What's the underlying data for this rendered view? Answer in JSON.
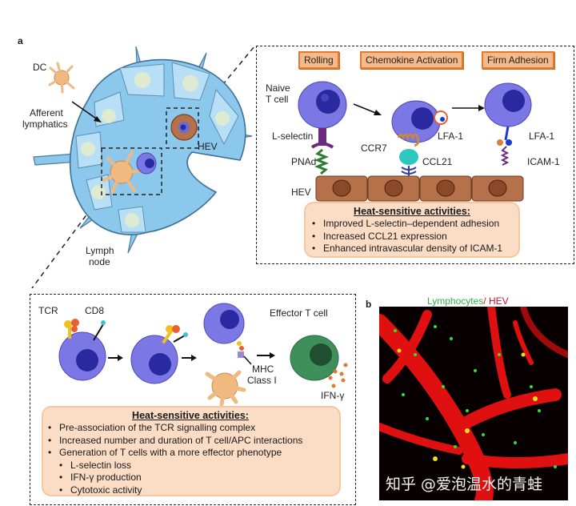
{
  "panels": {
    "a": "a",
    "b": "b"
  },
  "lymph_node": {
    "dc_label": "DC",
    "afferent_label_line1": "Afferent",
    "afferent_label_line2": "lymphatics",
    "hev_label": "HEV",
    "lymph_label_line1": "Lymph",
    "lymph_label_line2": "node"
  },
  "extravasation": {
    "stages": [
      "Rolling",
      "Chemokine Activation",
      "Firm Adhesion"
    ],
    "naive_label_line1": "Naive",
    "naive_label_line2": "T cell",
    "l_selectin": "L-selectin",
    "pnad": "PNAd",
    "ccr7": "CCR7",
    "ccl21": "CCL21",
    "lfa1_a": "LFA-1",
    "lfa1_b": "LFA-1",
    "icam1": "ICAM-1",
    "hev": "HEV",
    "heat_title": "Heat-sensitive activities:",
    "heat_items": [
      "Improved L-selectin–dependent adhesion",
      "Increased CCL21 expression",
      "Enhanced intravascular density of ICAM-1"
    ]
  },
  "activation": {
    "tcr": "TCR",
    "cd8": "CD8",
    "effector": "Effector T cell",
    "mhc_line1": "MHC",
    "mhc_line2": "Class I",
    "ifn": "IFN-γ",
    "heat_title": "Heat-sensitive activities:",
    "heat_items": [
      "Pre-association of the TCR signalling complex",
      "Increased number and duration of T cell/APC interactions",
      "Generation of T cells with a more effector phenotype"
    ],
    "heat_subitems": [
      "L-selectin loss",
      "IFN-γ production",
      "Cytotoxic activity"
    ]
  },
  "micrograph": {
    "title_green": "Lymphocytes",
    "title_sep": "/ ",
    "title_red": "HEV",
    "green_color": "#2fb24a",
    "red_color": "#c8102e",
    "watermark": "知乎 @爱泡温水的青蛙"
  },
  "colors": {
    "stage_fill": "#f6b98a",
    "stage_border": "#e07a2e",
    "heat_fill": "#fbdcc4",
    "tcell": "#7b78e6",
    "nucleus": "#2a2aa0",
    "effector": "#3f8f5a",
    "dc": "#f0b980",
    "hev_cell": "#b5714a",
    "node": "#8cc7ec"
  }
}
